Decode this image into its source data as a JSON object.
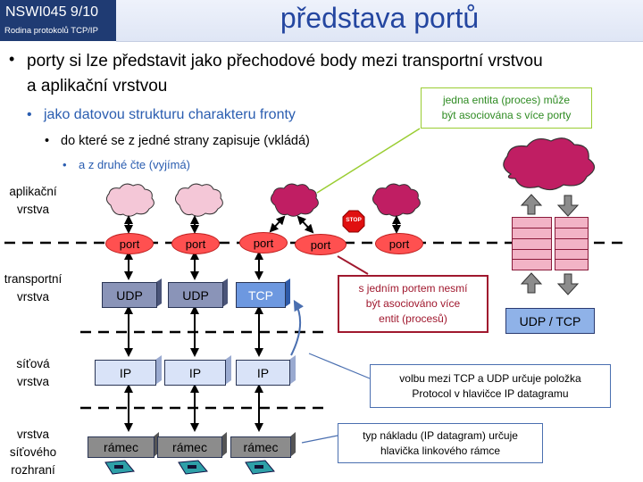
{
  "header": {
    "course": "NSWI045  9/10",
    "subtitle": "Rodina protokolů TCP/IP",
    "title": "představa portů"
  },
  "bullets": [
    {
      "level": 0,
      "text_line1": "porty si lze představit jako přechodové body mezi transportní vrstvou",
      "text_line2": "a aplikační vrstvou"
    },
    {
      "level": 1,
      "text": "jako datovou strukturu charakteru fronty"
    },
    {
      "level": 2,
      "text": "do které se z jedné strany zapisuje (vkládá)"
    },
    {
      "level": 3,
      "text": "a z druhé  čte (vyjímá)"
    }
  ],
  "layers": {
    "application": [
      "aplikační",
      "vrstva"
    ],
    "transport": [
      "transportní",
      "vrstva"
    ],
    "network": [
      "síťová",
      "vrstva"
    ],
    "link": [
      "vrstva",
      "síťového",
      "rozhraní"
    ]
  },
  "labels": {
    "port": "port",
    "udp": "UDP",
    "tcp": "TCP",
    "ip": "IP",
    "frame": "rámec",
    "udp_tcp": "UDP / TCP",
    "stop": "STOP"
  },
  "notes": {
    "green": [
      "jedna entita (proces) může",
      "být asociována s více porty"
    ],
    "red": [
      "s jedním portem nesmí",
      "být asociováno více",
      "entit (procesů)"
    ],
    "blue_ip": [
      "volbu mezi TCP a UDP určuje položka",
      "Protocol  v hlavičce IP datagramu"
    ],
    "blue_frame": [
      "typ nákladu (IP datagram) určuje",
      "hlavička linkového rámce"
    ]
  },
  "colors": {
    "header_bg": "#1F3B73",
    "title": "#2446A0",
    "port": "#FF5050",
    "cloud_light": "#F4C7D7",
    "cloud_dark": "#C01E63",
    "note_green": "#9ACD32",
    "note_red": "#A0182E",
    "note_blue": "#4A6FB0"
  }
}
